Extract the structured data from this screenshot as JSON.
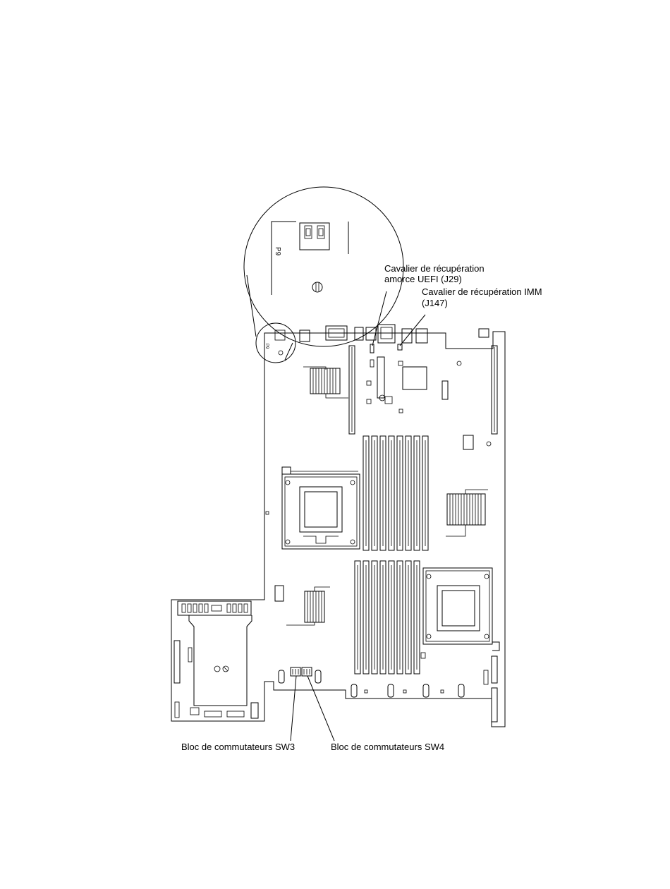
{
  "callouts": {
    "uefi_line1": "Cavalier de récupération",
    "uefi_line2": "amorce UEFI (J29)",
    "imm_line1": "Cavalier de récupération IMM",
    "imm_line2": "(J147)",
    "sw3": "Bloc de commutateurs SW3",
    "sw4": "Bloc de commutateurs SW4"
  },
  "board_labels": {
    "zoom_connector": "P9",
    "small_connector": "P9"
  }
}
